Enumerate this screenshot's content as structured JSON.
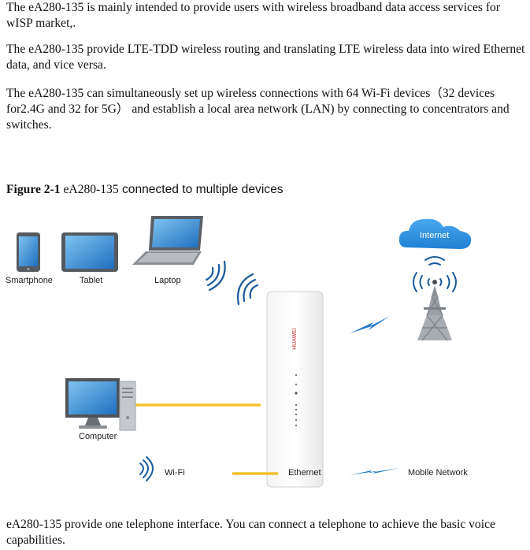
{
  "paragraphs": [
    "The eA280-135 is mainly intended to provide users with wireless broadband data access services for wISP market,.",
    "The eA280-135 provide LTE-TDD wireless routing and translating LTE wireless data into wired Ethernet data, and vice versa.",
    "The eA280-135 can simultaneously set up wireless connections with 64 Wi-Fi devices（32 devices for2.4G and 32 for 5G） and establish a local area network (LAN) by connecting to concentrators and switches."
  ],
  "figure": {
    "number": "Figure 2-1",
    "model": "eA280-135",
    "caption_rest": " connected to multiple devices",
    "devices": {
      "smartphone": "Smartphone",
      "tablet": "Tablet",
      "laptop": "Laptop",
      "computer": "Computer",
      "internet": "Internet",
      "router_brand": "HUAWEI"
    },
    "legend": {
      "wifi": "Wi-Fi",
      "ethernet": "Ethernet",
      "mobile": "Mobile Network"
    },
    "colors": {
      "ethernet": "#f2c22e",
      "mobile": "#1f78c8",
      "wifi": "#1a5a9a",
      "cloud": "#2a8fdc",
      "screen": "#3a8fd6"
    }
  },
  "closing_paragraph": "eA280-135 provide one telephone interface. You can connect a telephone to achieve the basic voice capabilities."
}
